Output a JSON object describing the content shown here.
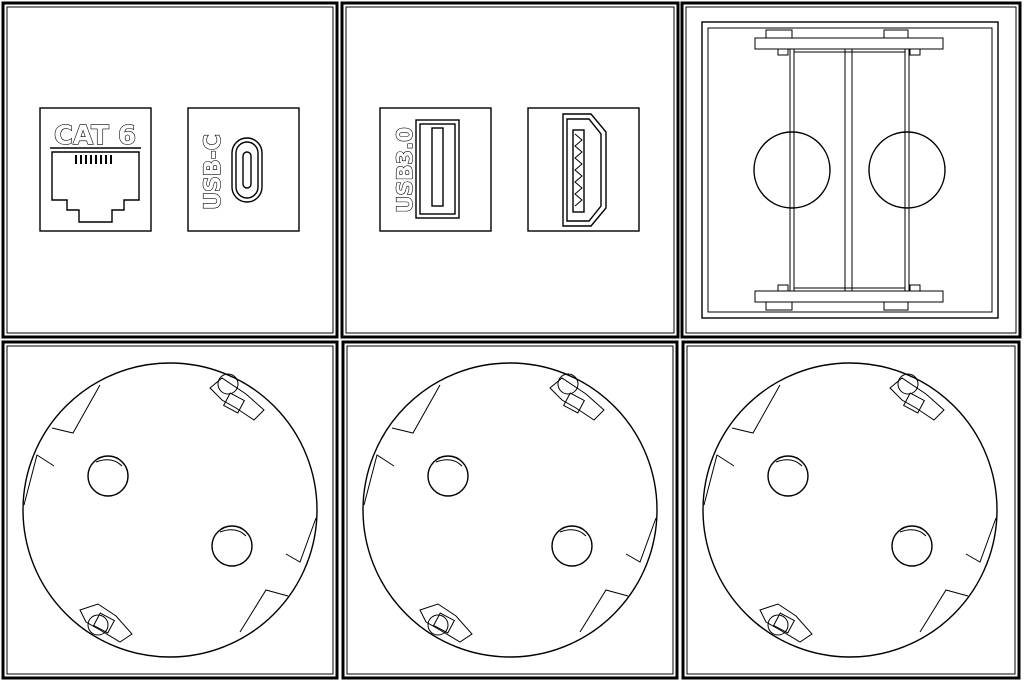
{
  "modules": {
    "cat6": {
      "label": "CAT 6"
    },
    "usbc": {
      "label": "USB-C"
    },
    "usb3": {
      "label": "USB3.0"
    },
    "hdmi": {
      "label": ""
    }
  },
  "colors": {
    "stroke": "#000000",
    "background": "#ffffff"
  },
  "icons": [
    "rj45-jack-icon",
    "usb-c-port-icon",
    "usb-a-port-icon",
    "hdmi-port-icon",
    "schuko-socket-icon",
    "blank-frame-icon"
  ]
}
